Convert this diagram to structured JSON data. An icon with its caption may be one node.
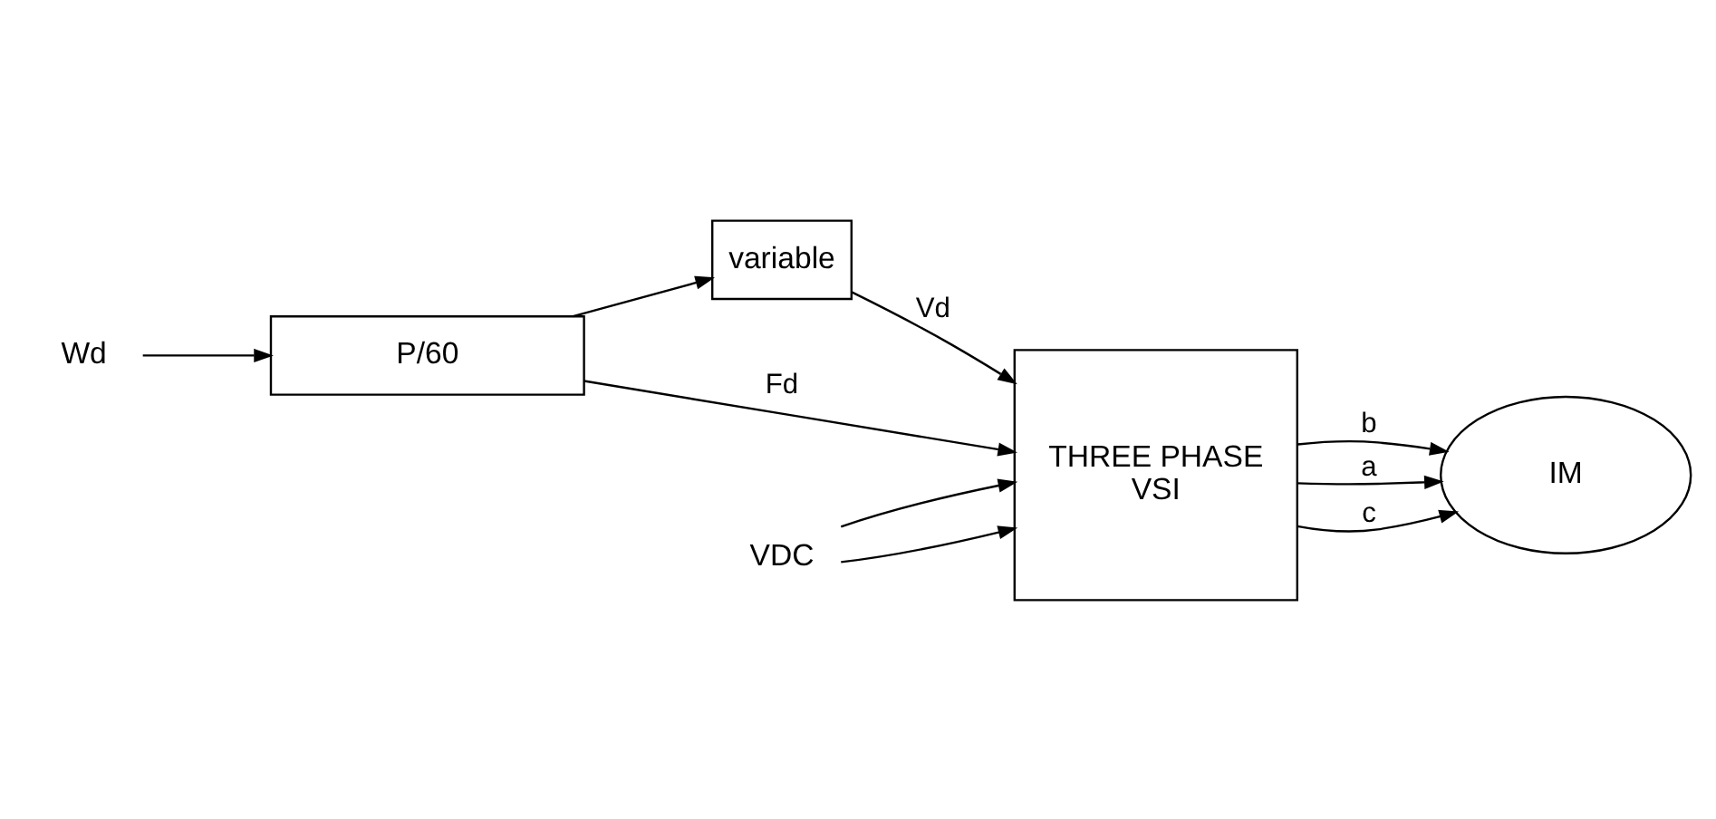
{
  "diagram": {
    "nodes": [
      {
        "text": [
          "Wd"
        ]
      },
      {
        "text": [
          "P/60"
        ]
      },
      {
        "text": [
          "variable"
        ]
      },
      {
        "text": [
          "VDC"
        ]
      },
      {
        "text": [
          "THREE PHASE",
          "VSI"
        ]
      },
      {
        "text": [
          "IM"
        ]
      }
    ],
    "edges": [
      {
        "from": 0,
        "to": 1,
        "arrow": "to"
      },
      {
        "from": 1,
        "to": 2,
        "arrow": "to"
      },
      {
        "from": 1,
        "to": 4,
        "label": "Fd",
        "arrow": "to"
      },
      {
        "from": 2,
        "to": 4,
        "label": "Vd",
        "arrow": "to"
      },
      {
        "from": 3,
        "to": 4,
        "arrow": "to"
      },
      {
        "from": 3,
        "to": 4,
        "arrow": "to"
      },
      {
        "from": 4,
        "to": 5,
        "label": "b",
        "arrow": "to"
      },
      {
        "from": 4,
        "to": 5,
        "label": "a",
        "arrow": "to"
      },
      {
        "from": 4,
        "to": 5,
        "label": "c",
        "arrow": "to"
      }
    ]
  }
}
